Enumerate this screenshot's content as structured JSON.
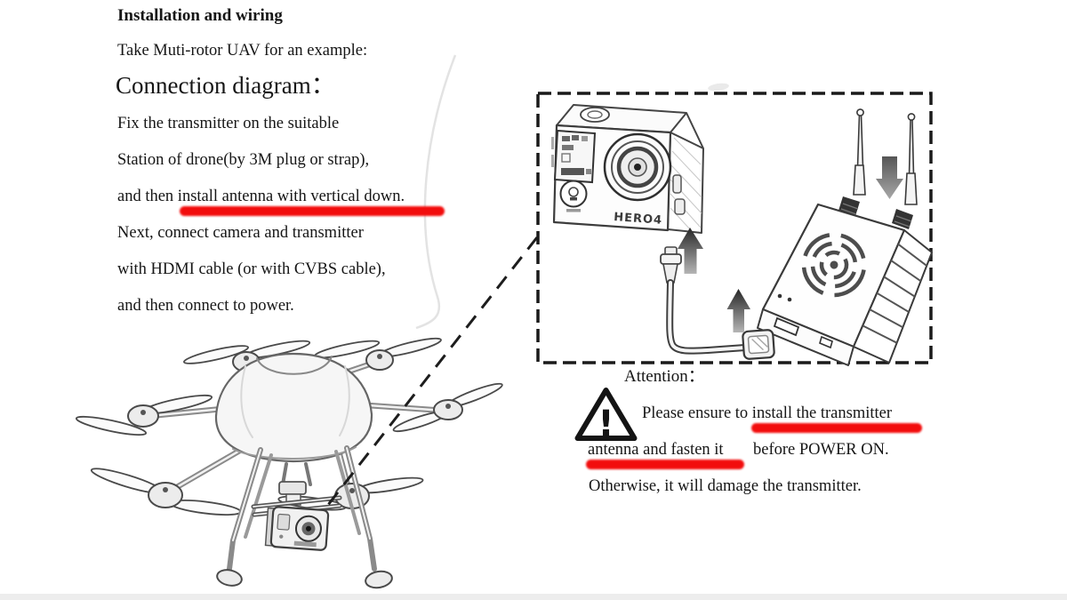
{
  "colors": {
    "highlight_red": "#f20d0d",
    "ink": "#161616",
    "line_black": "#1c1c1c"
  },
  "instructions": {
    "heading": "Installation and wiring",
    "intro": "Take Muti-rotor UAV for an example:",
    "subheading": "Connection diagram：",
    "lines": [
      "Fix the transmitter on the suitable",
      "Station of drone(by 3M plug or strap),",
      "and then install antenna with vertical down.",
      "Next, connect camera and transmitter",
      "with HDMI cable (or with CVBS cable),",
      "and then connect to power."
    ]
  },
  "attention": {
    "title": "Attention：",
    "line1": "Please ensure to install the transmitter",
    "line2a": "antenna and fasten it",
    "line2b": "before POWER ON.",
    "line3": "Otherwise, it will damage the transmitter.",
    "exclamation": "!"
  },
  "diagram": {
    "camera_label": "HERO4"
  },
  "icons": {
    "warning_triangle": "triangle-exclamation",
    "up_arrow": "▲",
    "down_arrow": "▼"
  }
}
